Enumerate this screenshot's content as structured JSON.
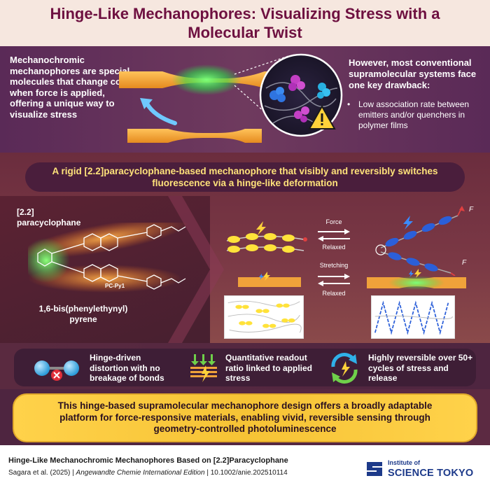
{
  "title": "Hinge-Like Mechanophores: Visualizing Stress with a Molecular Twist",
  "intro": {
    "text": "Mechanochromic mechanophores are special molecules that change color when force is applied, offering a unique way to visualize stress"
  },
  "drawback": {
    "heading": "However, most conventional supramolecular systems face one key drawback:",
    "bullet": "Low association rate between emitters and/or quenchers in polymer films"
  },
  "subtitle": "A rigid [2.2]paracyclophane-based mechanophore that visibly and reversibly switches fluorescence via a hinge-like deformation",
  "molecule": {
    "label_top": "[2.2]\nparacyclophane",
    "label_bottom": "1,6-bis(phenylethynyl)\npyrene",
    "compound_name": "PC-Py1"
  },
  "arrows": {
    "force": "Force",
    "relaxed_1": "Relaxed",
    "stretching": "Stretching",
    "relaxed_2": "Relaxed",
    "f_top": "F",
    "f_bottom": "F"
  },
  "features": [
    {
      "text": "Hinge-driven distortion with no breakage of bonds",
      "icon": "hinge-icon"
    },
    {
      "text": "Quantitative readout ratio linked to applied stress",
      "icon": "readout-icon"
    },
    {
      "text": "Highly reversible over 50+ cycles of stress and release",
      "icon": "cycle-icon"
    }
  ],
  "conclusion": "This hinge-based supramolecular mechanophore design offers a broadly adaptable platform for force-responsive materials, enabling vivid, reversible sensing through geometry-controlled photoluminescence",
  "reference": {
    "title": "Hinge-Like Mechanochromic Mechanophores Based on [2.2]Paracyclophane",
    "authors": "Sagara et al. (2025) | ",
    "journal": "Angewandte Chemie International Edition",
    "doi": " | 10.1002/anie.202510114"
  },
  "logo": {
    "small": "Institute of",
    "big": "SCIENCE TOKYO"
  },
  "colors": {
    "title": "#6e1040",
    "accent_yellow": "#ffe27a",
    "orange": "#f2a23a",
    "green_glow": "#33ff55",
    "blue": "#2b5fd9",
    "logo_blue": "#1d3a8a"
  }
}
